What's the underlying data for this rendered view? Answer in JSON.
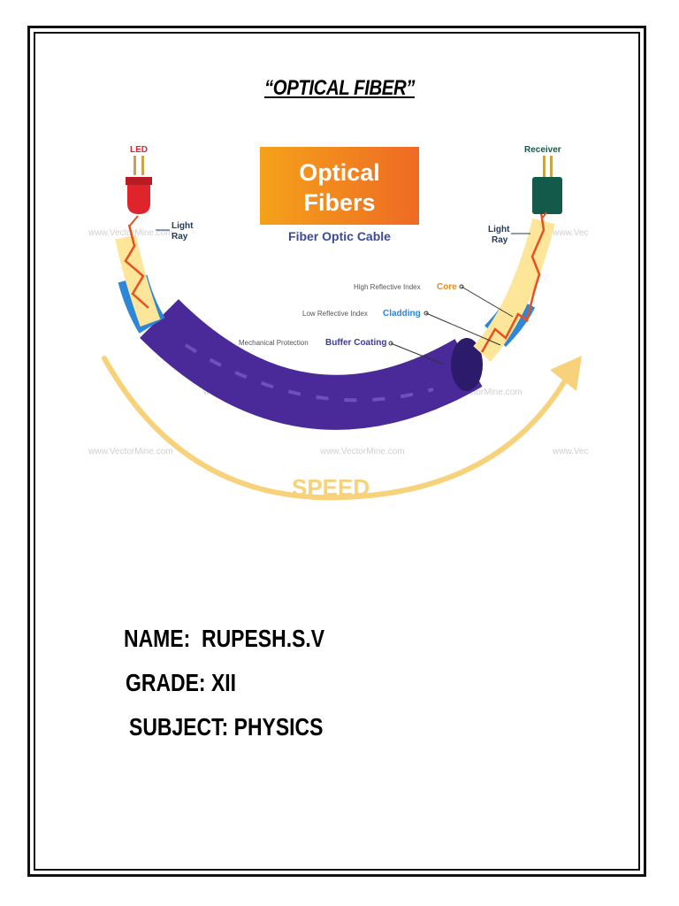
{
  "title": "“OPTICAL FIBER”",
  "figure": {
    "banner_line1": "Optical",
    "banner_line2": "Fibers",
    "subtitle": "Fiber Optic Cable",
    "led_label": "LED",
    "receiver_label": "Receiver",
    "light_ray_left_1": "Light",
    "light_ray_left_2": "Ray",
    "light_ray_right_1": "Light",
    "light_ray_right_2": "Ray",
    "core_desc": "High Reflective Index",
    "core_label": "Core",
    "cladding_desc": "Low Reflective Index",
    "cladding_label": "Cladding",
    "buffer_desc": "Mechanical Protection",
    "buffer_label": "Buffer Coating",
    "speed_label": "SPEED",
    "watermark": "www.VectorMine.com",
    "watermark_short": "www.Vec",
    "colors": {
      "banner_start": "#f5a21b",
      "banner_end": "#ee6a23",
      "cable_outer": "#4a2a98",
      "cable_dark": "#2c1a6b",
      "cladding": "#2e86d6",
      "core": "#fde59a",
      "ray": "#e8501e",
      "speed": "#f7d27a",
      "led": "#e0242c",
      "receiver": "#135a4a"
    }
  },
  "info": {
    "name_line": "NAME:  RUPESH.S.V",
    "grade_line": "GRADE: XII",
    "subject_line": "SUBJECT: PHYSICS"
  }
}
